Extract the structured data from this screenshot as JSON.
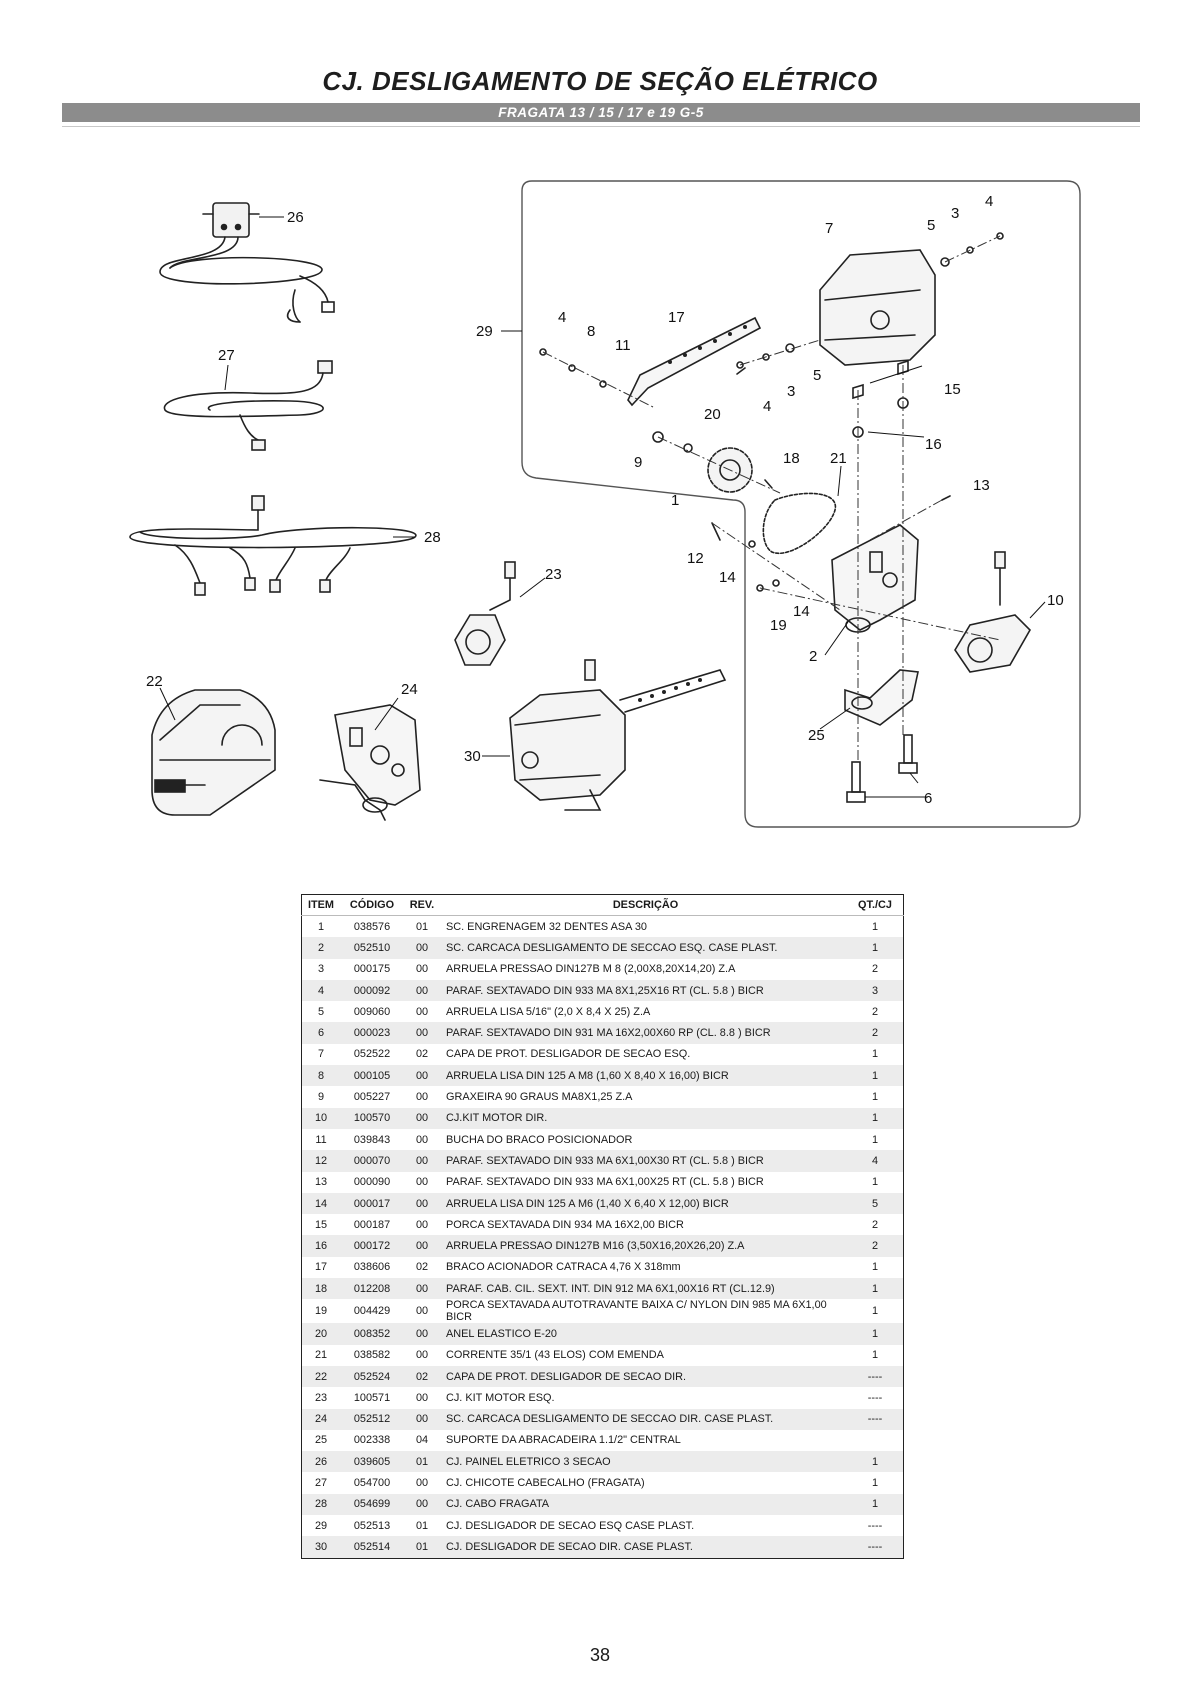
{
  "page": {
    "title": "CJ. DESLIGAMENTO DE SEÇÃO ELÉTRICO",
    "subtitle": "FRAGATA  13 / 15 / 17 e 19 G-5",
    "page_number": "38"
  },
  "diagram": {
    "callouts": [
      "26",
      "27",
      "28",
      "22",
      "23",
      "24",
      "30",
      "29",
      "4",
      "8",
      "11",
      "17",
      "20",
      "9",
      "1",
      "18",
      "21",
      "7",
      "5",
      "3",
      "4",
      "3",
      "4",
      "5",
      "15",
      "16",
      "13",
      "10",
      "12",
      "14",
      "14",
      "19",
      "2",
      "25",
      "6"
    ]
  },
  "table": {
    "headers": {
      "item": "ITEM",
      "codigo": "CÓDIGO",
      "rev": "REV.",
      "descricao": "DESCRIÇÃO",
      "qt": "QT./CJ"
    },
    "rows": [
      {
        "item": "1",
        "codigo": "038576",
        "rev": "01",
        "descricao": "SC. ENGRENAGEM 32 DENTES ASA 30",
        "qt": "1"
      },
      {
        "item": "2",
        "codigo": "052510",
        "rev": "00",
        "descricao": "SC. CARCACA DESLIGAMENTO DE SECCAO ESQ. CASE PLAST.",
        "qt": "1"
      },
      {
        "item": "3",
        "codigo": "000175",
        "rev": "00",
        "descricao": "ARRUELA PRESSAO DIN127B M 8 (2,00X8,20X14,20) Z.A",
        "qt": "2"
      },
      {
        "item": "4",
        "codigo": "000092",
        "rev": "00",
        "descricao": "PARAF. SEXTAVADO DIN 933 MA 8X1,25X16 RT (CL. 5.8 ) BICR",
        "qt": "3"
      },
      {
        "item": "5",
        "codigo": "009060",
        "rev": "00",
        "descricao": "ARRUELA LISA 5/16\" (2,0 X 8,4 X 25) Z.A",
        "qt": "2"
      },
      {
        "item": "6",
        "codigo": "000023",
        "rev": "00",
        "descricao": "PARAF. SEXTAVADO DIN 931 MA 16X2,00X60 RP (CL. 8.8 ) BICR",
        "qt": "2"
      },
      {
        "item": "7",
        "codigo": "052522",
        "rev": "02",
        "descricao": "CAPA DE PROT. DESLIGADOR DE SECAO ESQ.",
        "qt": "1"
      },
      {
        "item": "8",
        "codigo": "000105",
        "rev": "00",
        "descricao": "ARRUELA LISA DIN 125 A M8 (1,60 X 8,40 X 16,00) BICR",
        "qt": "1"
      },
      {
        "item": "9",
        "codigo": "005227",
        "rev": "00",
        "descricao": "GRAXEIRA 90 GRAUS MA8X1,25 Z.A",
        "qt": "1"
      },
      {
        "item": "10",
        "codigo": "100570",
        "rev": "00",
        "descricao": "CJ.KIT MOTOR DIR.",
        "qt": "1"
      },
      {
        "item": "11",
        "codigo": "039843",
        "rev": "00",
        "descricao": "BUCHA DO BRACO POSICIONADOR",
        "qt": "1"
      },
      {
        "item": "12",
        "codigo": "000070",
        "rev": "00",
        "descricao": "PARAF. SEXTAVADO DIN 933 MA 6X1,00X30 RT (CL. 5.8 ) BICR",
        "qt": "4"
      },
      {
        "item": "13",
        "codigo": "000090",
        "rev": "00",
        "descricao": "PARAF. SEXTAVADO DIN 933 MA 6X1,00X25 RT (CL. 5.8 ) BICR",
        "qt": "1"
      },
      {
        "item": "14",
        "codigo": "000017",
        "rev": "00",
        "descricao": "ARRUELA LISA DIN 125 A M6 (1,40 X 6,40 X 12,00) BICR",
        "qt": "5"
      },
      {
        "item": "15",
        "codigo": "000187",
        "rev": "00",
        "descricao": "PORCA SEXTAVADA DIN 934 MA 16X2,00 BICR",
        "qt": "2"
      },
      {
        "item": "16",
        "codigo": "000172",
        "rev": "00",
        "descricao": "ARRUELA PRESSAO DIN127B M16 (3,50X16,20X26,20) Z.A",
        "qt": "2"
      },
      {
        "item": "17",
        "codigo": "038606",
        "rev": "02",
        "descricao": "BRACO ACIONADOR CATRACA 4,76 X 318mm",
        "qt": "1"
      },
      {
        "item": "18",
        "codigo": "012208",
        "rev": "00",
        "descricao": "PARAF. CAB. CIL. SEXT. INT. DIN 912 MA 6X1,00X16 RT (CL.12.9)",
        "qt": "1"
      },
      {
        "item": "19",
        "codigo": "004429",
        "rev": "00",
        "descricao": "PORCA SEXTAVADA AUTOTRAVANTE BAIXA C/ NYLON DIN 985 MA 6X1,00 BICR",
        "qt": "1"
      },
      {
        "item": "20",
        "codigo": "008352",
        "rev": "00",
        "descricao": "ANEL ELASTICO E-20",
        "qt": "1"
      },
      {
        "item": "21",
        "codigo": "038582",
        "rev": "00",
        "descricao": "CORRENTE 35/1 (43 ELOS) COM EMENDA",
        "qt": "1"
      },
      {
        "item": "22",
        "codigo": "052524",
        "rev": "02",
        "descricao": "CAPA DE PROT. DESLIGADOR DE SECAO DIR.",
        "qt": "----"
      },
      {
        "item": "23",
        "codigo": "100571",
        "rev": "00",
        "descricao": "CJ. KIT MOTOR ESQ.",
        "qt": "----"
      },
      {
        "item": "24",
        "codigo": "052512",
        "rev": "00",
        "descricao": "SC. CARCACA DESLIGAMENTO DE SECCAO DIR. CASE PLAST.",
        "qt": "----"
      },
      {
        "item": "25",
        "codigo": "002338",
        "rev": "04",
        "descricao": "SUPORTE DA ABRACADEIRA 1.1/2\" CENTRAL",
        "qt": ""
      },
      {
        "item": "26",
        "codigo": "039605",
        "rev": "01",
        "descricao": "CJ. PAINEL ELETRICO 3 SECAO",
        "qt": "1"
      },
      {
        "item": "27",
        "codigo": "054700",
        "rev": "00",
        "descricao": "CJ. CHICOTE CABECALHO (FRAGATA)",
        "qt": "1"
      },
      {
        "item": "28",
        "codigo": "054699",
        "rev": "00",
        "descricao": "CJ. CABO FRAGATA",
        "qt": "1"
      },
      {
        "item": "29",
        "codigo": "052513",
        "rev": "01",
        "descricao": "CJ. DESLIGADOR DE SECAO ESQ CASE PLAST.",
        "qt": "----"
      },
      {
        "item": "30",
        "codigo": "052514",
        "rev": "01",
        "descricao": "CJ. DESLIGADOR DE SECAO DIR. CASE PLAST.",
        "qt": "----"
      }
    ]
  }
}
